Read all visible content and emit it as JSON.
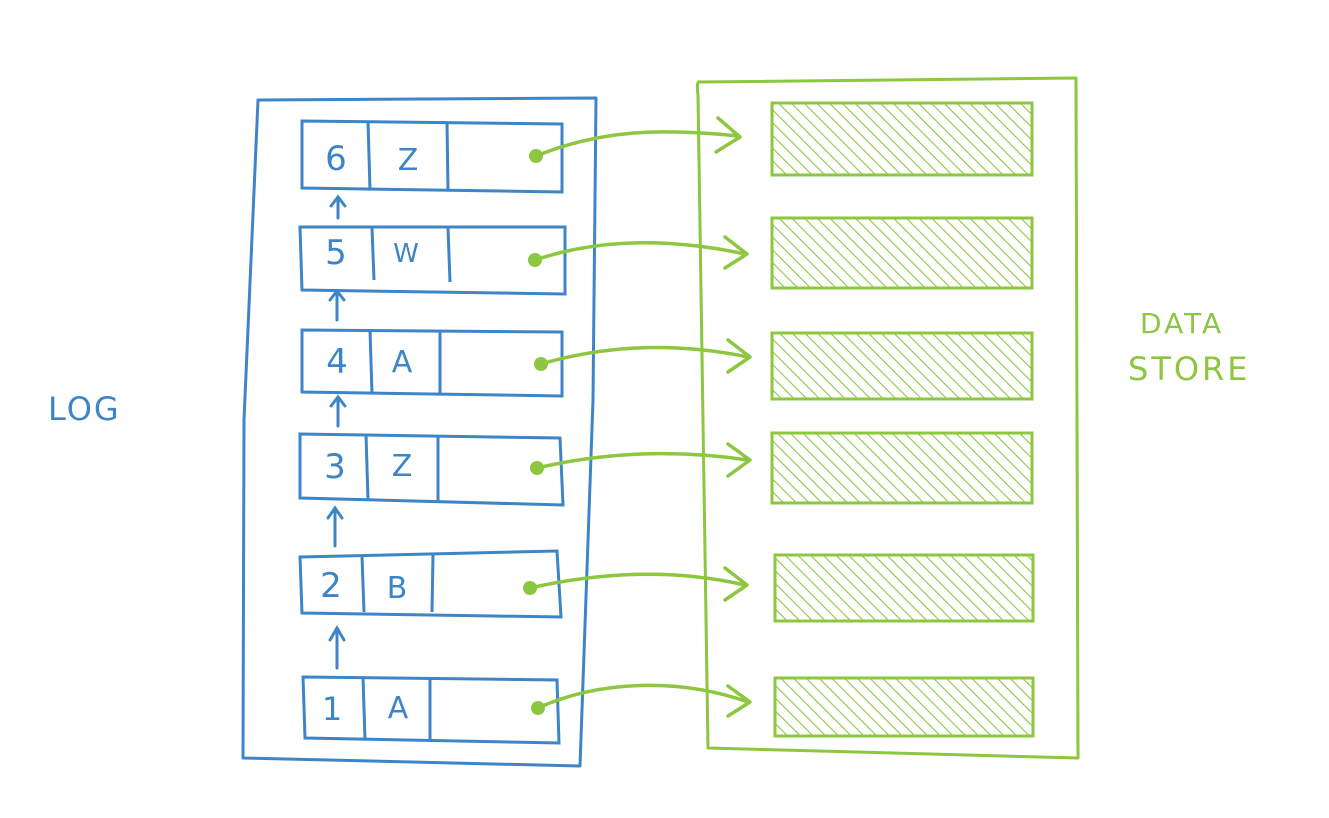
{
  "colors": {
    "log": "#3d85c6",
    "store": "#8dc63f",
    "background": "#ffffff"
  },
  "labels": {
    "log": "LOG",
    "store_line1": "DATA",
    "store_line2": "STORE"
  },
  "log_entries": [
    {
      "index": "6",
      "key": "Z"
    },
    {
      "index": "5",
      "key": "W"
    },
    {
      "index": "4",
      "key": "A"
    },
    {
      "index": "3",
      "key": "Z"
    },
    {
      "index": "2",
      "key": "B"
    },
    {
      "index": "1",
      "key": "A"
    }
  ]
}
